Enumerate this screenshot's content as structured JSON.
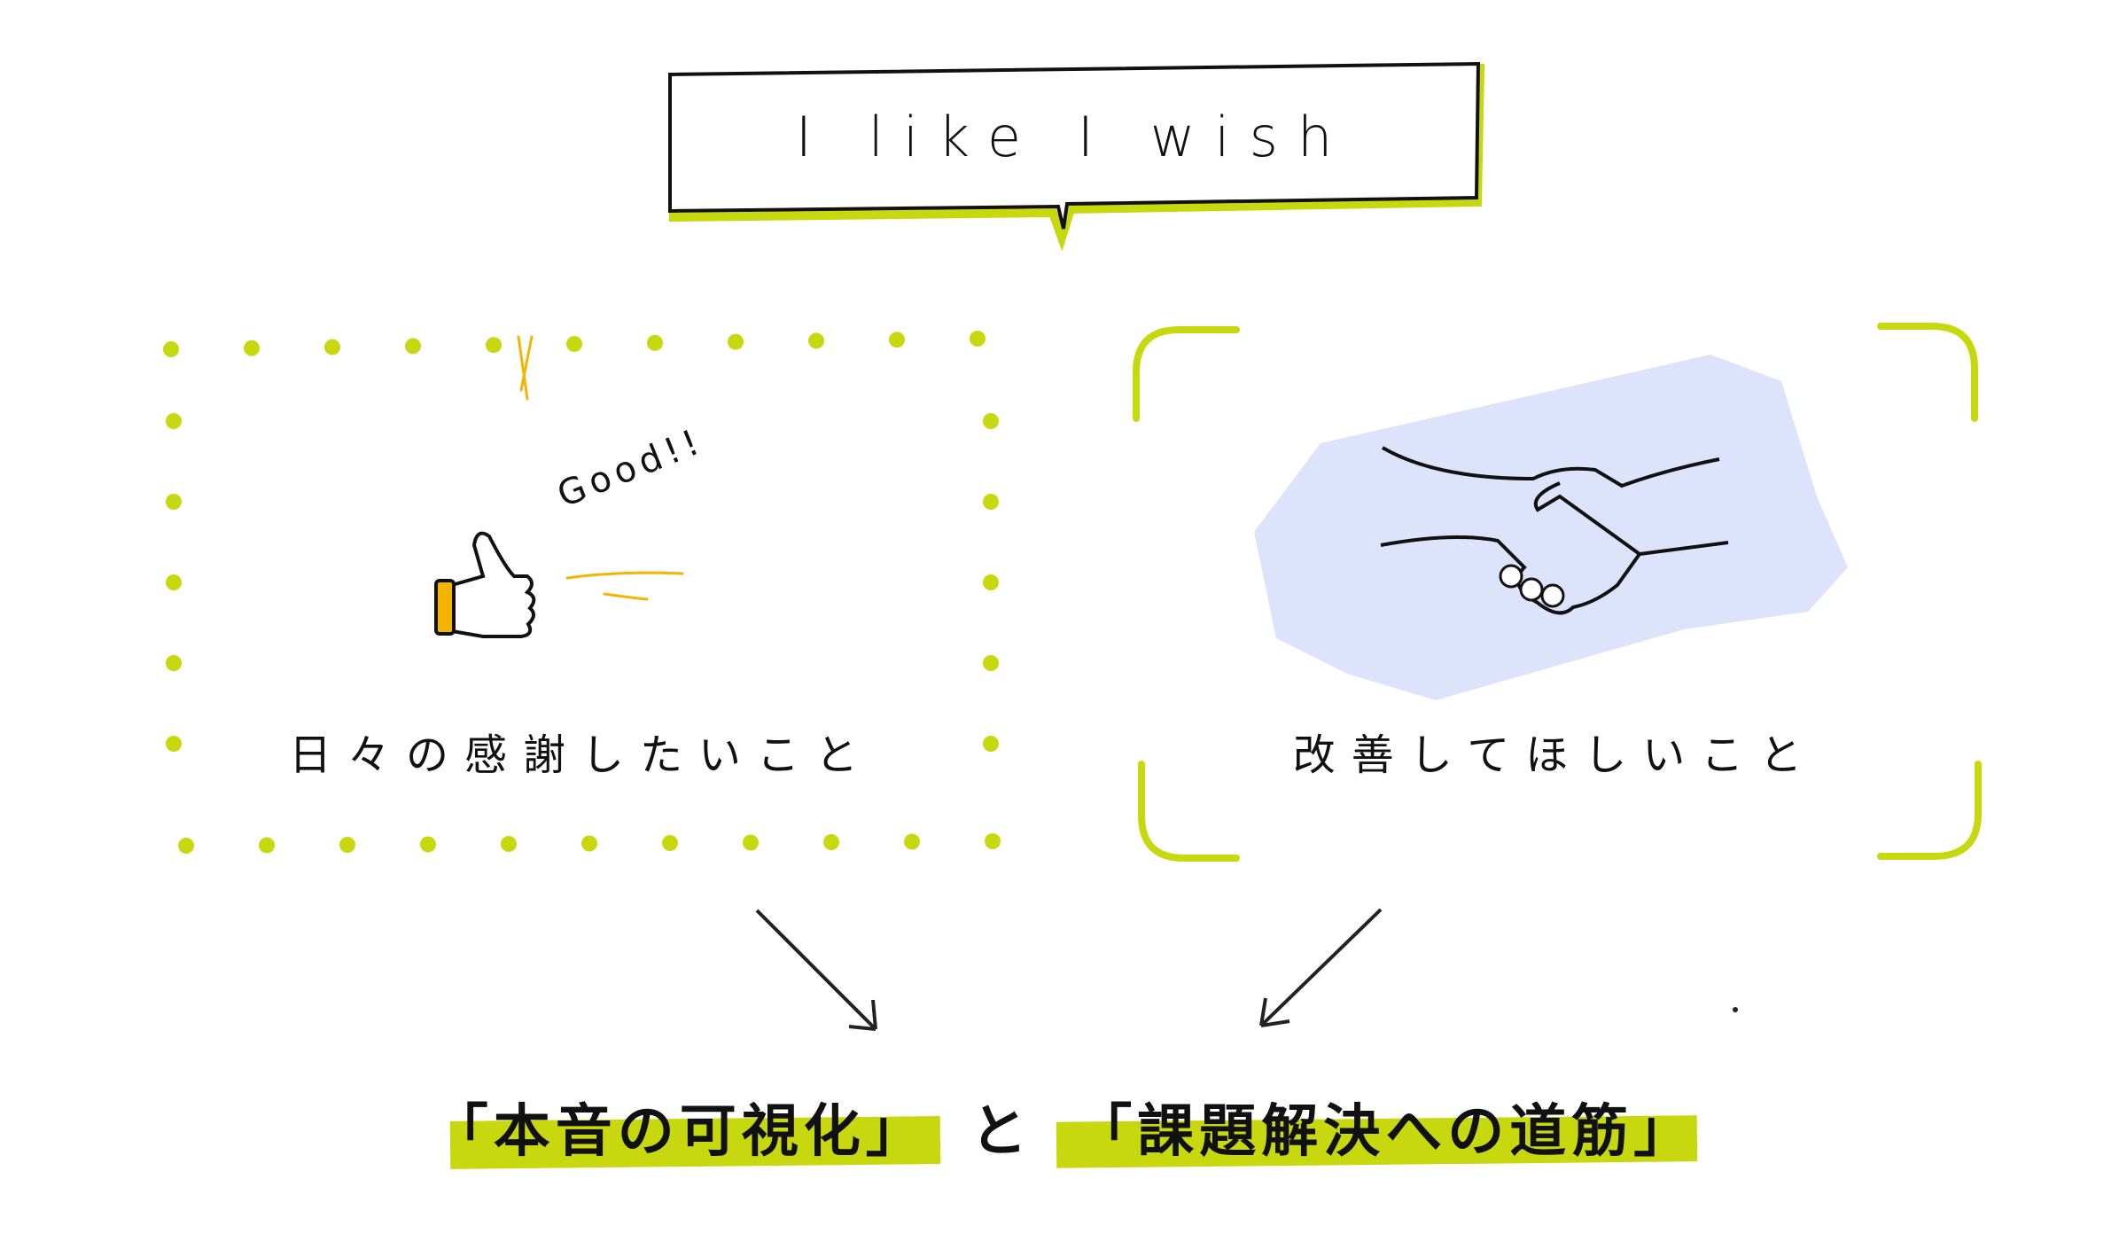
{
  "title": "I like I wish",
  "left_card": {
    "label": "日々の感謝したいこと",
    "exclaim": "Good!!",
    "icon": "thumbs-up-icon"
  },
  "right_card": {
    "label": "改善してほしいこと",
    "icon": "handshake-icon"
  },
  "conclusion": {
    "part1": "「本音の可視化」",
    "connector": "と",
    "part2": "「課題解決への道筋」"
  },
  "colors": {
    "accent": "#c8d80f",
    "orange": "#f5b400",
    "blob": "#dde3fb",
    "ink": "#111111"
  }
}
